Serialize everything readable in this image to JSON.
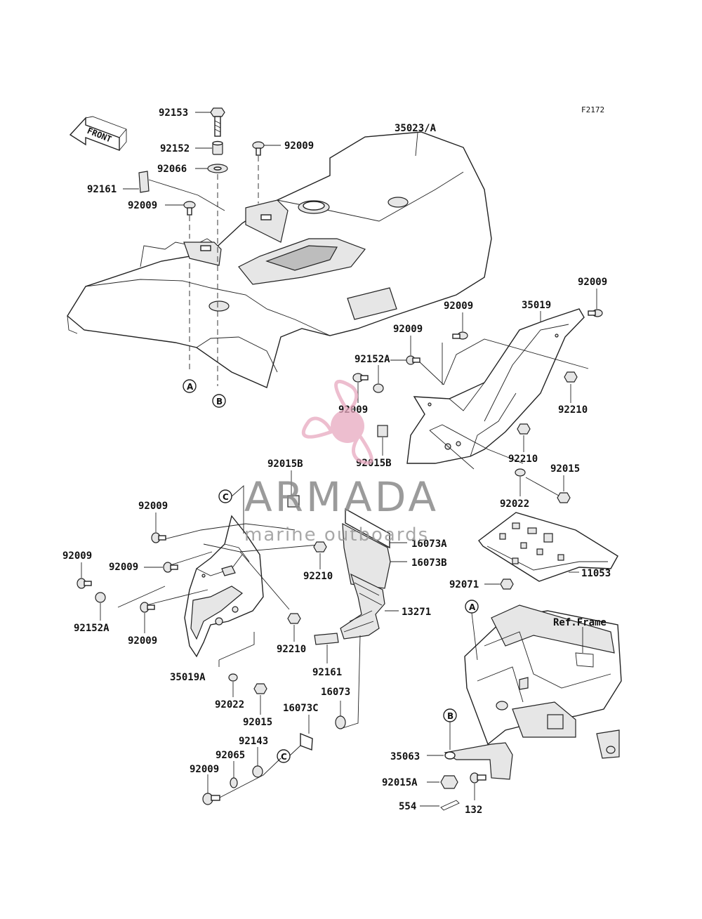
{
  "diagram": {
    "code": "F2172",
    "front_label": "FRONT",
    "ref_frame": "Ref.Frame",
    "circle_refs": {
      "a": "A",
      "b": "B",
      "c": "C"
    },
    "watermark": {
      "title": "ARMADA",
      "subtitle": "marine outboards",
      "accent": "#e8a9c0"
    },
    "parts": {
      "p92153": "92153",
      "p92152": "92152",
      "p92066": "92066",
      "p92161": "92161",
      "p92009": "92009",
      "p35023A": "35023/A",
      "p35019": "35019",
      "p92152A": "92152A",
      "p92015B": "92015B",
      "p92210": "92210",
      "p92015": "92015",
      "p92022": "92022",
      "p16073A": "16073A",
      "p16073B": "16073B",
      "p11053": "11053",
      "p92071": "92071",
      "p13271": "13271",
      "p35019A": "35019A",
      "p16073": "16073",
      "p16073C": "16073C",
      "p92143": "92143",
      "p92065": "92065",
      "p35063": "35063",
      "p92015A": "92015A",
      "p554": "554",
      "p132": "132"
    }
  }
}
